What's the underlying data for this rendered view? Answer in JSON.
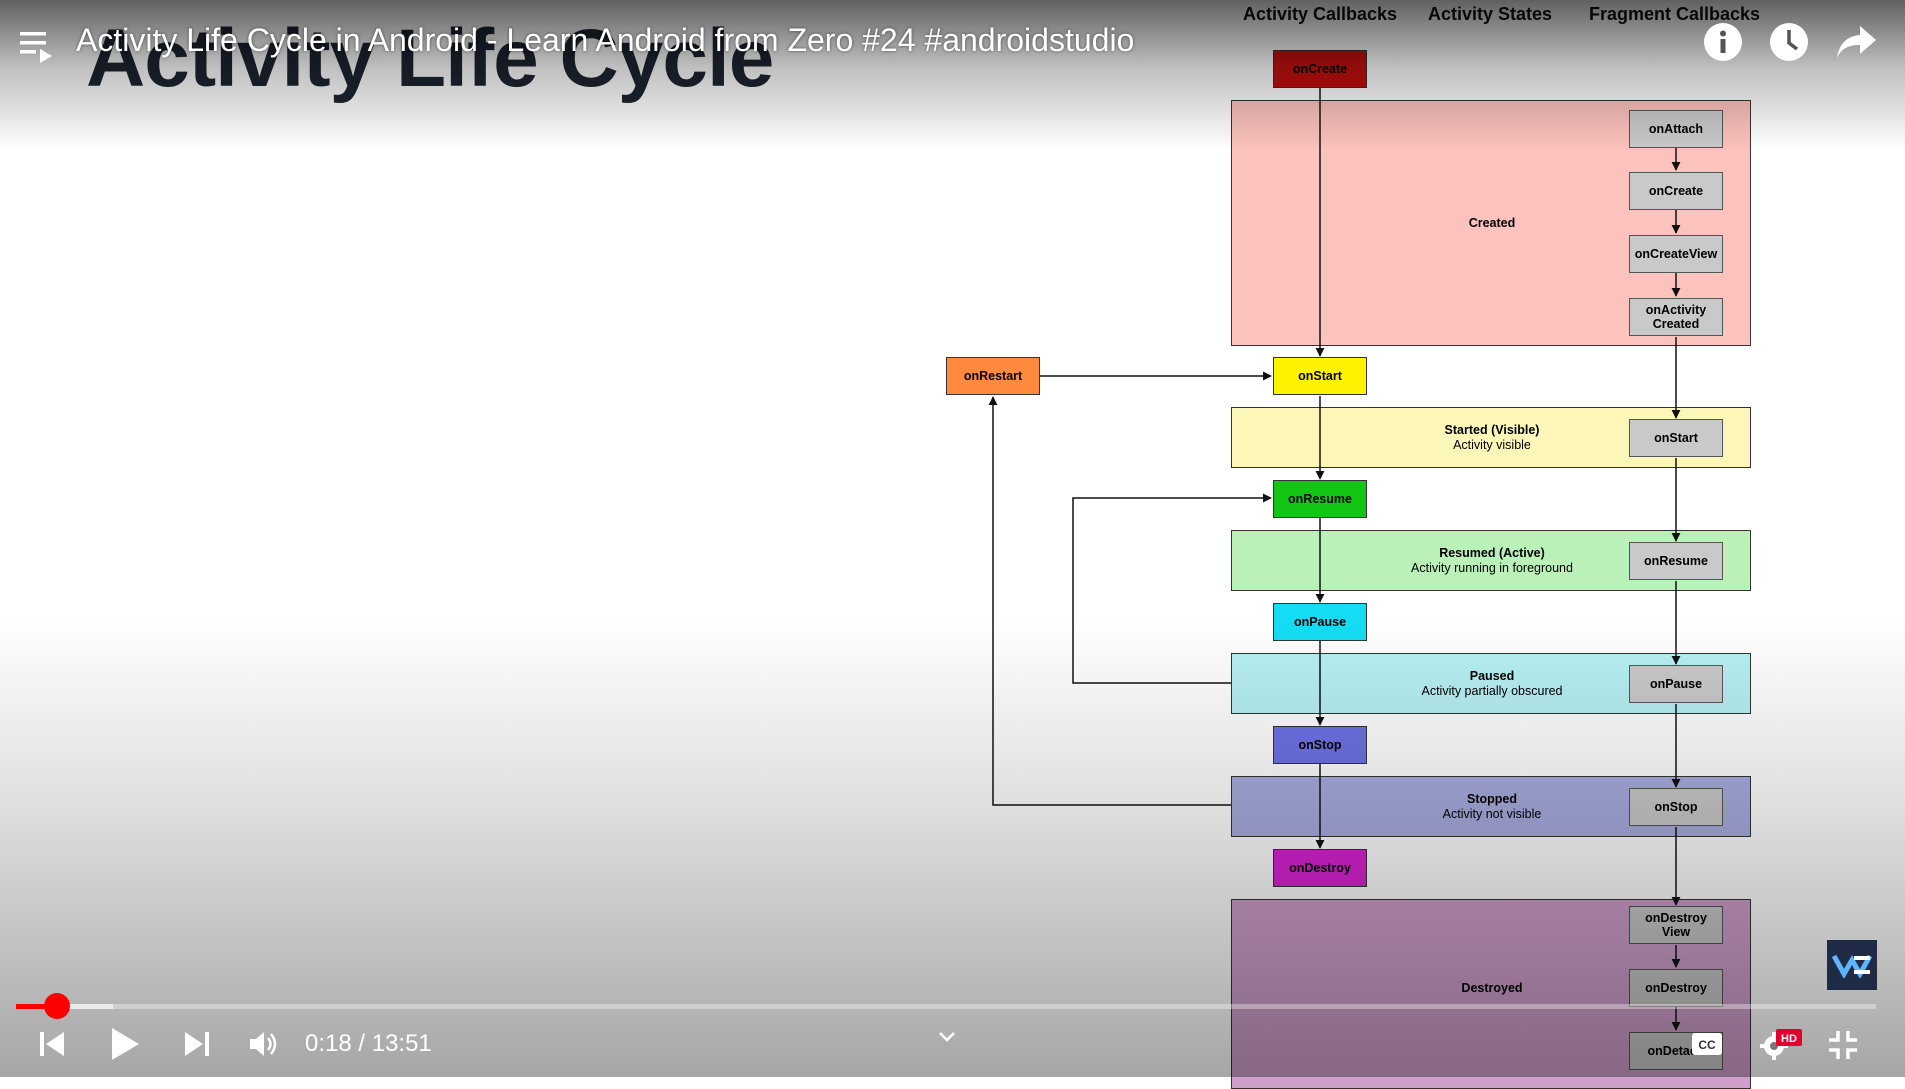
{
  "player": {
    "video_title": "Activity Life Cycle in Android - Learn Android from Zero #24 #androidstudio",
    "time_display": "0:18 / 13:51",
    "progress_fraction": 0.022,
    "buffered_fraction": 0.052,
    "hd_badge": "HD",
    "cc_label": "CC",
    "accent_color": "#ff0000",
    "icons": {
      "menu": "playlist-icon",
      "info": "info-icon",
      "watch_later": "clock-icon",
      "share": "share-icon",
      "prev": "skip-previous-icon",
      "play": "play-icon",
      "next": "skip-next-icon",
      "volume": "volume-icon",
      "chevron": "chevron-down-icon",
      "captions": "captions-icon",
      "settings": "gear-icon",
      "exit_fullscreen": "exit-fullscreen-icon"
    }
  },
  "slide": {
    "title": "Activity Life Cycle",
    "column_headers": {
      "callbacks": "Activity Callbacks",
      "states": "Activity States",
      "fragment": "Fragment Callbacks"
    },
    "states": [
      {
        "name": "Created",
        "description": "",
        "color": "#fcc2bd"
      },
      {
        "name": "Started (Visible)",
        "description": "Activity visible",
        "color": "#fdf6b9"
      },
      {
        "name": "Resumed (Active)",
        "description": "Activity running in foreground",
        "color": "#b9f1b8"
      },
      {
        "name": "Paused",
        "description": "Activity partially obscured",
        "color": "#b7f0f3"
      },
      {
        "name": "Stopped",
        "description": "Activity not visible",
        "color": "#a8acdf"
      },
      {
        "name": "Destroyed",
        "description": "",
        "color": "#cf9fcb"
      }
    ],
    "activity_callbacks": [
      {
        "label": "onCreate",
        "color": "#c1100f"
      },
      {
        "label": "onStart",
        "color": "#fff200"
      },
      {
        "label": "onResume",
        "color": "#13c613"
      },
      {
        "label": "onPause",
        "color": "#14ddf3"
      },
      {
        "label": "onStop",
        "color": "#6d72e6"
      },
      {
        "label": "onDestroy",
        "color": "#d923d3"
      }
    ],
    "restart_callback": {
      "label": "onRestart",
      "color": "#ff8a3d"
    },
    "fragment_callbacks": [
      "onAttach",
      "onCreate",
      "onCreateView",
      "onActivity Created",
      "onStart",
      "onResume",
      "onPause",
      "onStop",
      "onDestroy View",
      "onDestroy",
      "onDetach"
    ]
  }
}
